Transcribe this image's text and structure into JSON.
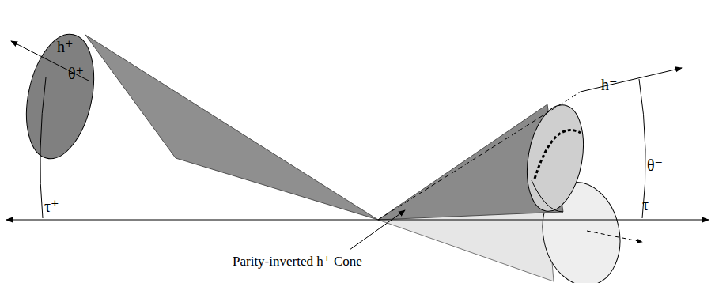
{
  "diagram": {
    "labels": [
      "h⁺",
      "θ⁺",
      "τ⁺",
      "h⁻",
      "θ⁻",
      "τ⁻",
      "Parity-inverted h⁺ Cone"
    ]
  }
}
